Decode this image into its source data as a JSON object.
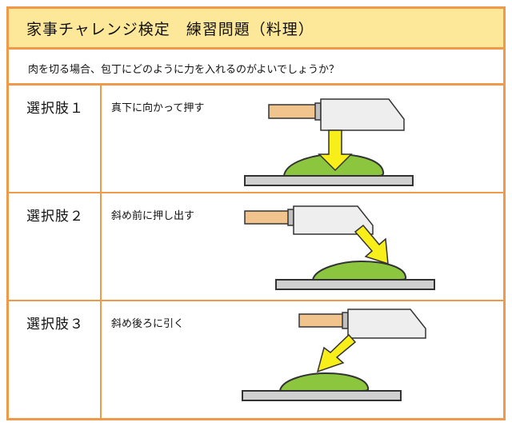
{
  "header": {
    "title": "家事チャレンジ検定　練習問題（料理）"
  },
  "question": {
    "text": "肉を切る場合、包丁にどのように力を入れるのがよいでしょうか？"
  },
  "choices": [
    {
      "label": "選択肢１",
      "description": "真下に向かって押す"
    },
    {
      "label": "選択肢２",
      "description": "斜め前に押し出す"
    },
    {
      "label": "選択肢３",
      "description": "斜め後ろに引く"
    }
  ],
  "colors": {
    "border": "#ef9a4a",
    "title_bg": "#fde89a",
    "meat": "#8cc63f",
    "arrow": "#f7ee1a",
    "board": "#d0d0d0",
    "handle": "#f2c48d"
  },
  "icons": [
    "knife-icon",
    "meat-icon",
    "cutting-board-icon",
    "arrow-icon"
  ]
}
